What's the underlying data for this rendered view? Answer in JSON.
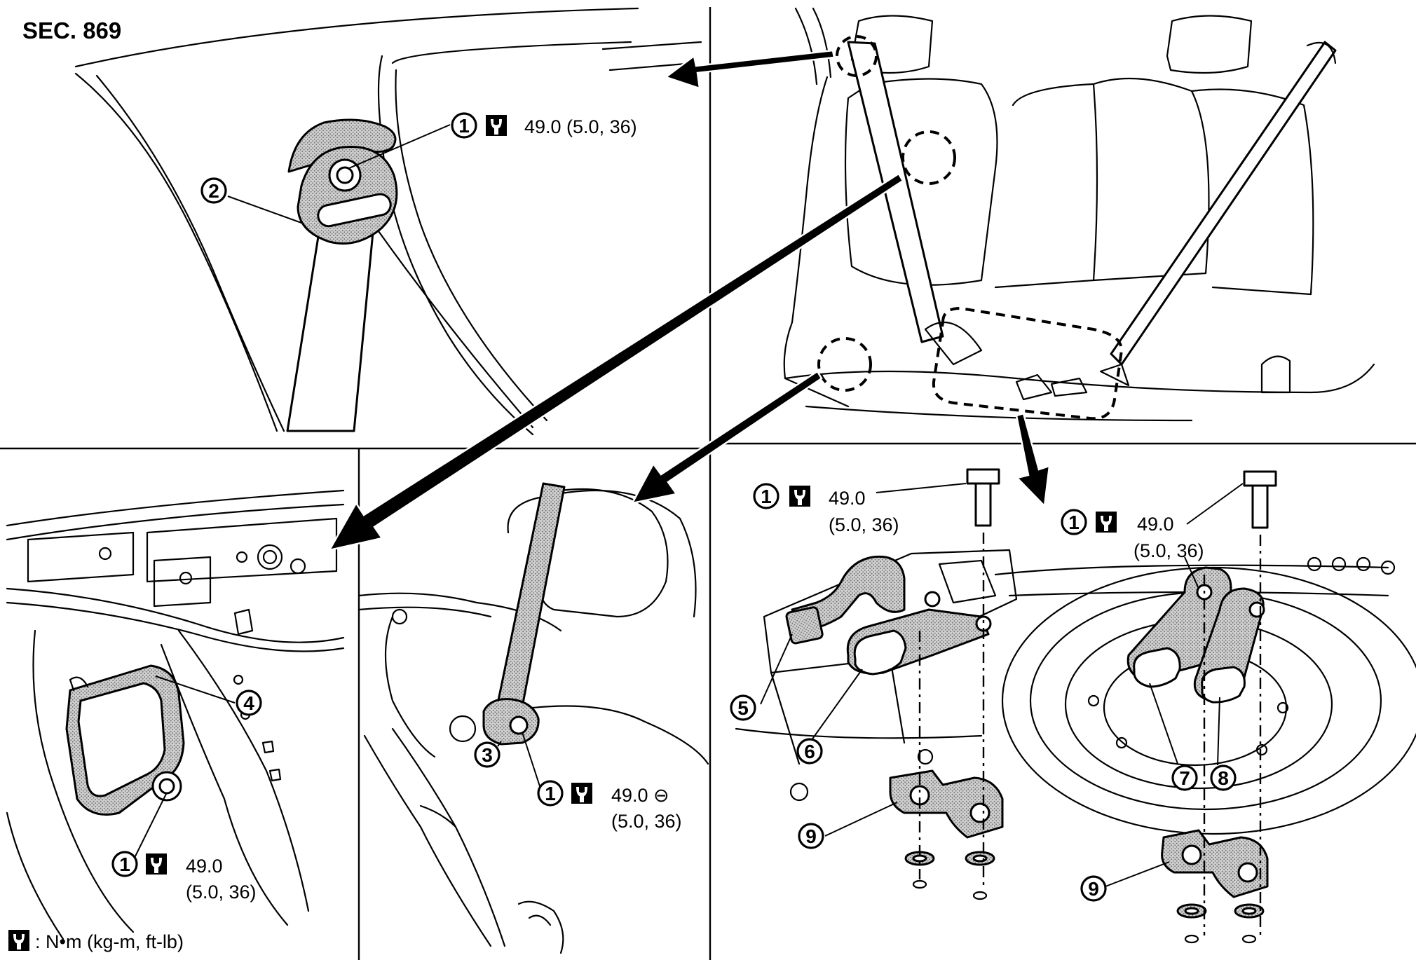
{
  "section_label": "SEC. 869",
  "legend": {
    "text": ": N•m (kg-m, ft-lb)",
    "icon": "torque-wrench-icon"
  },
  "callouts": [
    {
      "num": "1",
      "torque": "49.0 (5.0, 36)"
    },
    {
      "num": "2"
    },
    {
      "num": "1",
      "torque_main": "49.0",
      "torque_sub": "(5.0, 36)"
    },
    {
      "num": "4"
    },
    {
      "num": "3"
    },
    {
      "num": "1",
      "torque_main": "49.0 ⊖",
      "torque_sub": "(5.0, 36)"
    },
    {
      "num": "1",
      "torque_main": "49.0",
      "torque_sub": "(5.0, 36)"
    },
    {
      "num": "1",
      "torque_main": "49.0",
      "torque_sub": "(5.0, 36)"
    },
    {
      "num": "5"
    },
    {
      "num": "6"
    },
    {
      "num": "7"
    },
    {
      "num": "8"
    },
    {
      "num": "9"
    },
    {
      "num": "9"
    }
  ]
}
